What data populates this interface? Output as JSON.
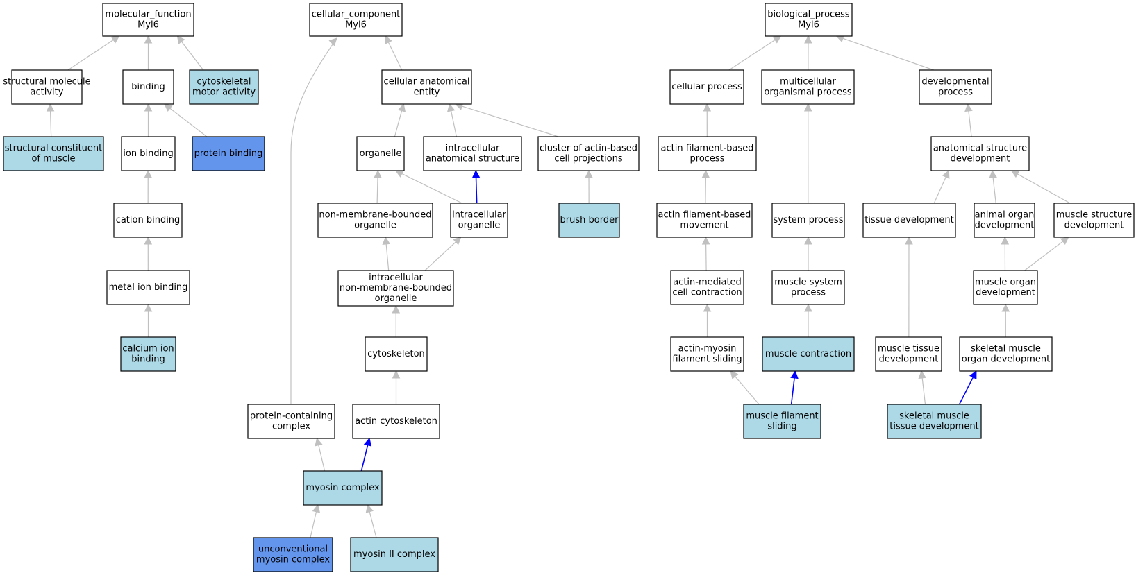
{
  "colors": {
    "plain": "#ffffff",
    "light": "#add8e6",
    "strong": "#6495ed",
    "edge": "#c0c0c0",
    "highlight_edge": "#0000ff"
  },
  "nodes": [
    {
      "id": "mf",
      "lines": [
        "molecular_function",
        "Myl6"
      ],
      "fill": "plain"
    },
    {
      "id": "sma",
      "lines": [
        "structural molecule",
        "activity"
      ],
      "fill": "plain"
    },
    {
      "id": "binding",
      "lines": [
        "binding"
      ],
      "fill": "plain"
    },
    {
      "id": "cma",
      "lines": [
        "cytoskeletal",
        "motor activity"
      ],
      "fill": "light"
    },
    {
      "id": "scm",
      "lines": [
        "structural constituent",
        "of muscle"
      ],
      "fill": "light"
    },
    {
      "id": "ionb",
      "lines": [
        "ion binding"
      ],
      "fill": "plain"
    },
    {
      "id": "protb",
      "lines": [
        "protein binding"
      ],
      "fill": "strong"
    },
    {
      "id": "cationb",
      "lines": [
        "cation binding"
      ],
      "fill": "plain"
    },
    {
      "id": "metalb",
      "lines": [
        "metal ion binding"
      ],
      "fill": "plain"
    },
    {
      "id": "calb",
      "lines": [
        "calcium ion",
        "binding"
      ],
      "fill": "light"
    },
    {
      "id": "cc",
      "lines": [
        "cellular_component",
        "Myl6"
      ],
      "fill": "plain"
    },
    {
      "id": "cae",
      "lines": [
        "cellular anatomical",
        "entity"
      ],
      "fill": "plain"
    },
    {
      "id": "organelle",
      "lines": [
        "organelle"
      ],
      "fill": "plain"
    },
    {
      "id": "ias",
      "lines": [
        "intracellular",
        "anatomical structure"
      ],
      "fill": "plain"
    },
    {
      "id": "cabcp",
      "lines": [
        "cluster of actin-based",
        "cell projections"
      ],
      "fill": "plain"
    },
    {
      "id": "nmbo",
      "lines": [
        "non-membrane-bounded",
        "organelle"
      ],
      "fill": "plain"
    },
    {
      "id": "io",
      "lines": [
        "intracellular",
        "organelle"
      ],
      "fill": "plain"
    },
    {
      "id": "bb",
      "lines": [
        "brush border"
      ],
      "fill": "light"
    },
    {
      "id": "inmbo",
      "lines": [
        "intracellular",
        "non-membrane-bounded",
        "organelle"
      ],
      "fill": "plain"
    },
    {
      "id": "cytoskel",
      "lines": [
        "cytoskeleton"
      ],
      "fill": "plain"
    },
    {
      "id": "pcc",
      "lines": [
        "protein-containing",
        "complex"
      ],
      "fill": "plain"
    },
    {
      "id": "actcyto",
      "lines": [
        "actin cytoskeleton"
      ],
      "fill": "plain"
    },
    {
      "id": "myoc",
      "lines": [
        "myosin complex"
      ],
      "fill": "light"
    },
    {
      "id": "umc",
      "lines": [
        "unconventional",
        "myosin complex"
      ],
      "fill": "strong"
    },
    {
      "id": "m2c",
      "lines": [
        "myosin II complex"
      ],
      "fill": "light"
    },
    {
      "id": "bp",
      "lines": [
        "biological_process",
        "Myl6"
      ],
      "fill": "plain"
    },
    {
      "id": "cp",
      "lines": [
        "cellular process"
      ],
      "fill": "plain"
    },
    {
      "id": "mop",
      "lines": [
        "multicellular",
        "organismal process"
      ],
      "fill": "plain"
    },
    {
      "id": "dp",
      "lines": [
        "developmental",
        "process"
      ],
      "fill": "plain"
    },
    {
      "id": "afbp",
      "lines": [
        "actin filament-based",
        "process"
      ],
      "fill": "plain"
    },
    {
      "id": "asd",
      "lines": [
        "anatomical structure",
        "development"
      ],
      "fill": "plain"
    },
    {
      "id": "afbm",
      "lines": [
        "actin filament-based",
        "movement"
      ],
      "fill": "plain"
    },
    {
      "id": "sp",
      "lines": [
        "system process"
      ],
      "fill": "plain"
    },
    {
      "id": "td",
      "lines": [
        "tissue development"
      ],
      "fill": "plain"
    },
    {
      "id": "aod",
      "lines": [
        "animal organ",
        "development"
      ],
      "fill": "plain"
    },
    {
      "id": "msd",
      "lines": [
        "muscle structure",
        "development"
      ],
      "fill": "plain"
    },
    {
      "id": "amcc",
      "lines": [
        "actin-mediated",
        "cell contraction"
      ],
      "fill": "plain"
    },
    {
      "id": "msp",
      "lines": [
        "muscle system",
        "process"
      ],
      "fill": "plain"
    },
    {
      "id": "mod",
      "lines": [
        "muscle organ",
        "development"
      ],
      "fill": "plain"
    },
    {
      "id": "amfs",
      "lines": [
        "actin-myosin",
        "filament sliding"
      ],
      "fill": "plain"
    },
    {
      "id": "mc",
      "lines": [
        "muscle contraction"
      ],
      "fill": "light"
    },
    {
      "id": "mtd",
      "lines": [
        "muscle tissue",
        "development"
      ],
      "fill": "plain"
    },
    {
      "id": "smod",
      "lines": [
        "skeletal muscle",
        "organ development"
      ],
      "fill": "plain"
    },
    {
      "id": "mfs",
      "lines": [
        "muscle filament",
        "sliding"
      ],
      "fill": "light"
    },
    {
      "id": "smtd",
      "lines": [
        "skeletal muscle",
        "tissue development"
      ],
      "fill": "light"
    }
  ],
  "edges": [
    {
      "from": "sma",
      "to": "mf"
    },
    {
      "from": "binding",
      "to": "mf"
    },
    {
      "from": "cma",
      "to": "mf"
    },
    {
      "from": "scm",
      "to": "sma"
    },
    {
      "from": "ionb",
      "to": "binding"
    },
    {
      "from": "protb",
      "to": "binding"
    },
    {
      "from": "cationb",
      "to": "ionb"
    },
    {
      "from": "metalb",
      "to": "cationb"
    },
    {
      "from": "calb",
      "to": "metalb"
    },
    {
      "from": "cae",
      "to": "cc"
    },
    {
      "from": "pcc",
      "to": "cc"
    },
    {
      "from": "organelle",
      "to": "cae"
    },
    {
      "from": "ias",
      "to": "cae"
    },
    {
      "from": "cabcp",
      "to": "cae"
    },
    {
      "from": "nmbo",
      "to": "organelle"
    },
    {
      "from": "io",
      "to": "organelle"
    },
    {
      "from": "io",
      "to": "ias",
      "highlight": true
    },
    {
      "from": "bb",
      "to": "cabcp"
    },
    {
      "from": "inmbo",
      "to": "nmbo"
    },
    {
      "from": "inmbo",
      "to": "io"
    },
    {
      "from": "cytoskel",
      "to": "inmbo"
    },
    {
      "from": "actcyto",
      "to": "cytoskel"
    },
    {
      "from": "myoc",
      "to": "pcc"
    },
    {
      "from": "myoc",
      "to": "actcyto",
      "highlight": true
    },
    {
      "from": "umc",
      "to": "myoc"
    },
    {
      "from": "m2c",
      "to": "myoc"
    },
    {
      "from": "cp",
      "to": "bp"
    },
    {
      "from": "mop",
      "to": "bp"
    },
    {
      "from": "dp",
      "to": "bp"
    },
    {
      "from": "afbp",
      "to": "cp"
    },
    {
      "from": "sp",
      "to": "mop"
    },
    {
      "from": "asd",
      "to": "dp"
    },
    {
      "from": "afbm",
      "to": "afbp"
    },
    {
      "from": "amcc",
      "to": "afbm"
    },
    {
      "from": "amfs",
      "to": "amcc"
    },
    {
      "from": "msp",
      "to": "sp"
    },
    {
      "from": "mc",
      "to": "msp"
    },
    {
      "from": "td",
      "to": "asd"
    },
    {
      "from": "aod",
      "to": "asd"
    },
    {
      "from": "msd",
      "to": "asd"
    },
    {
      "from": "mod",
      "to": "aod"
    },
    {
      "from": "mod",
      "to": "msd"
    },
    {
      "from": "smod",
      "to": "mod"
    },
    {
      "from": "mtd",
      "to": "td"
    },
    {
      "from": "mfs",
      "to": "amfs"
    },
    {
      "from": "mfs",
      "to": "mc",
      "highlight": true
    },
    {
      "from": "smtd",
      "to": "mtd"
    },
    {
      "from": "smtd",
      "to": "smod",
      "highlight": true
    }
  ]
}
